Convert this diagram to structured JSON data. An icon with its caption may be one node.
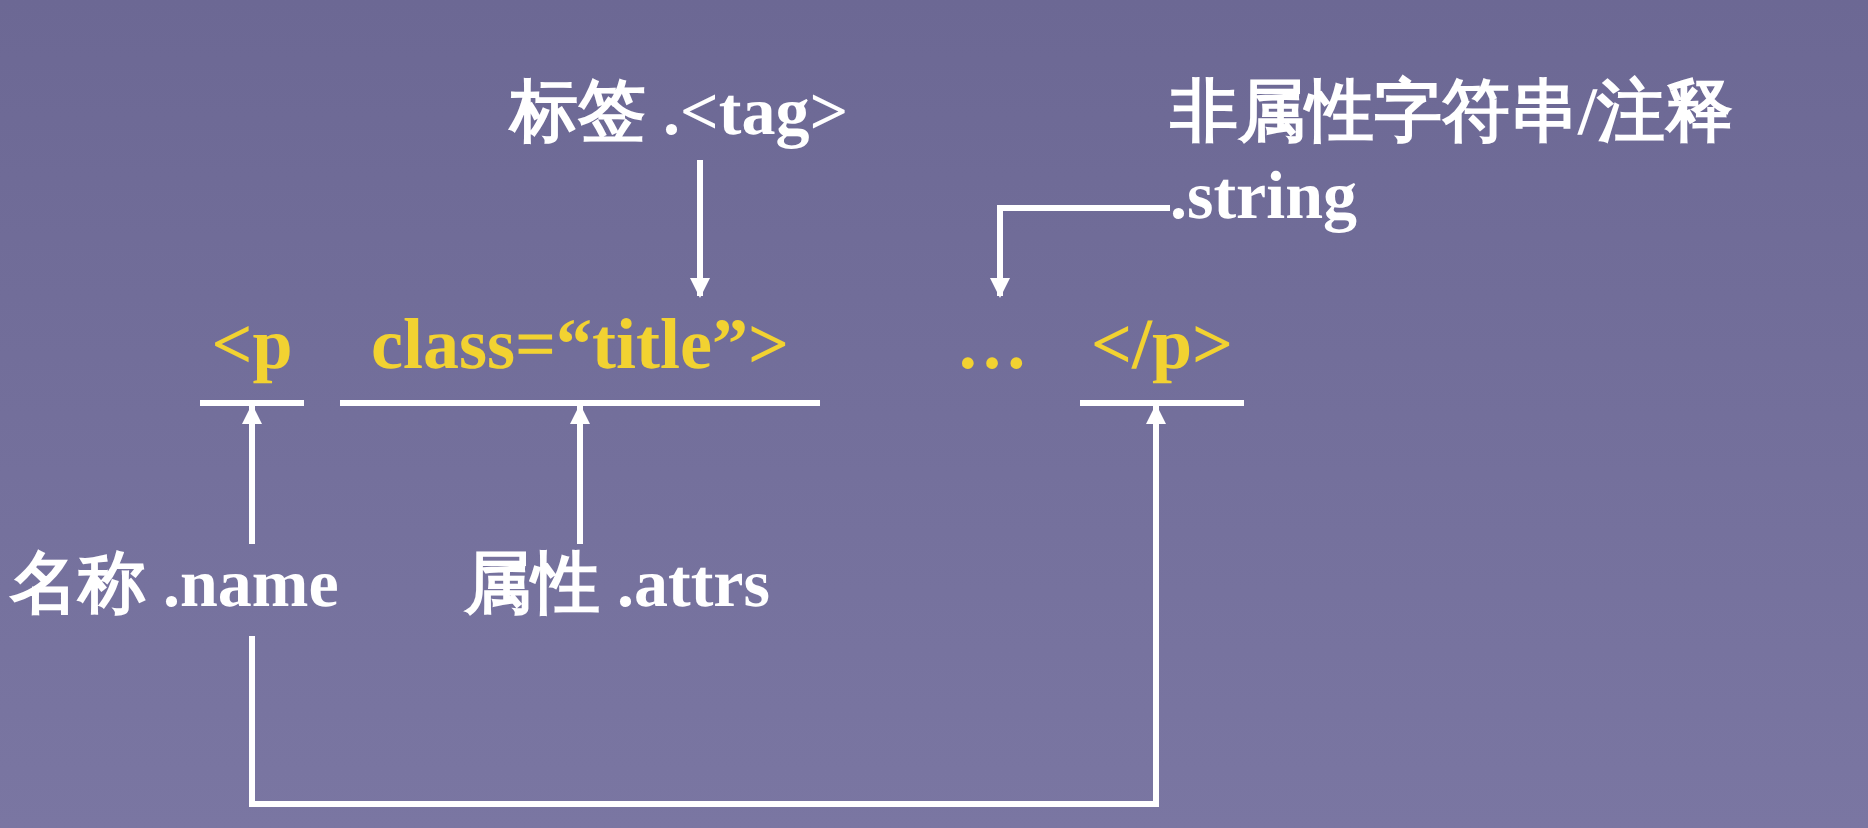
{
  "diagram": {
    "nodes": [
      {
        "text": [
          "<p"
        ]
      },
      {
        "text": [
          "class=“title”>"
        ]
      },
      {
        "text": [
          "…"
        ]
      },
      {
        "text": [
          "</p>"
        ]
      },
      {
        "text": [
          "标签 .<tag>"
        ]
      },
      {
        "text": [
          "非属性字符串/注释",
          ".string"
        ]
      },
      {
        "text": [
          "名称 .name"
        ]
      },
      {
        "text": [
          "属性 .attrs"
        ]
      }
    ],
    "edges": [
      {
        "from": 4,
        "to": 1,
        "arrow": "to"
      },
      {
        "from": 5,
        "to": 2,
        "arrow": "to"
      },
      {
        "from": 6,
        "to": 0,
        "arrow": "to"
      },
      {
        "from": 7,
        "to": 1,
        "arrow": "to"
      },
      {
        "from": 6,
        "to": 3,
        "arrow": "to"
      }
    ]
  }
}
